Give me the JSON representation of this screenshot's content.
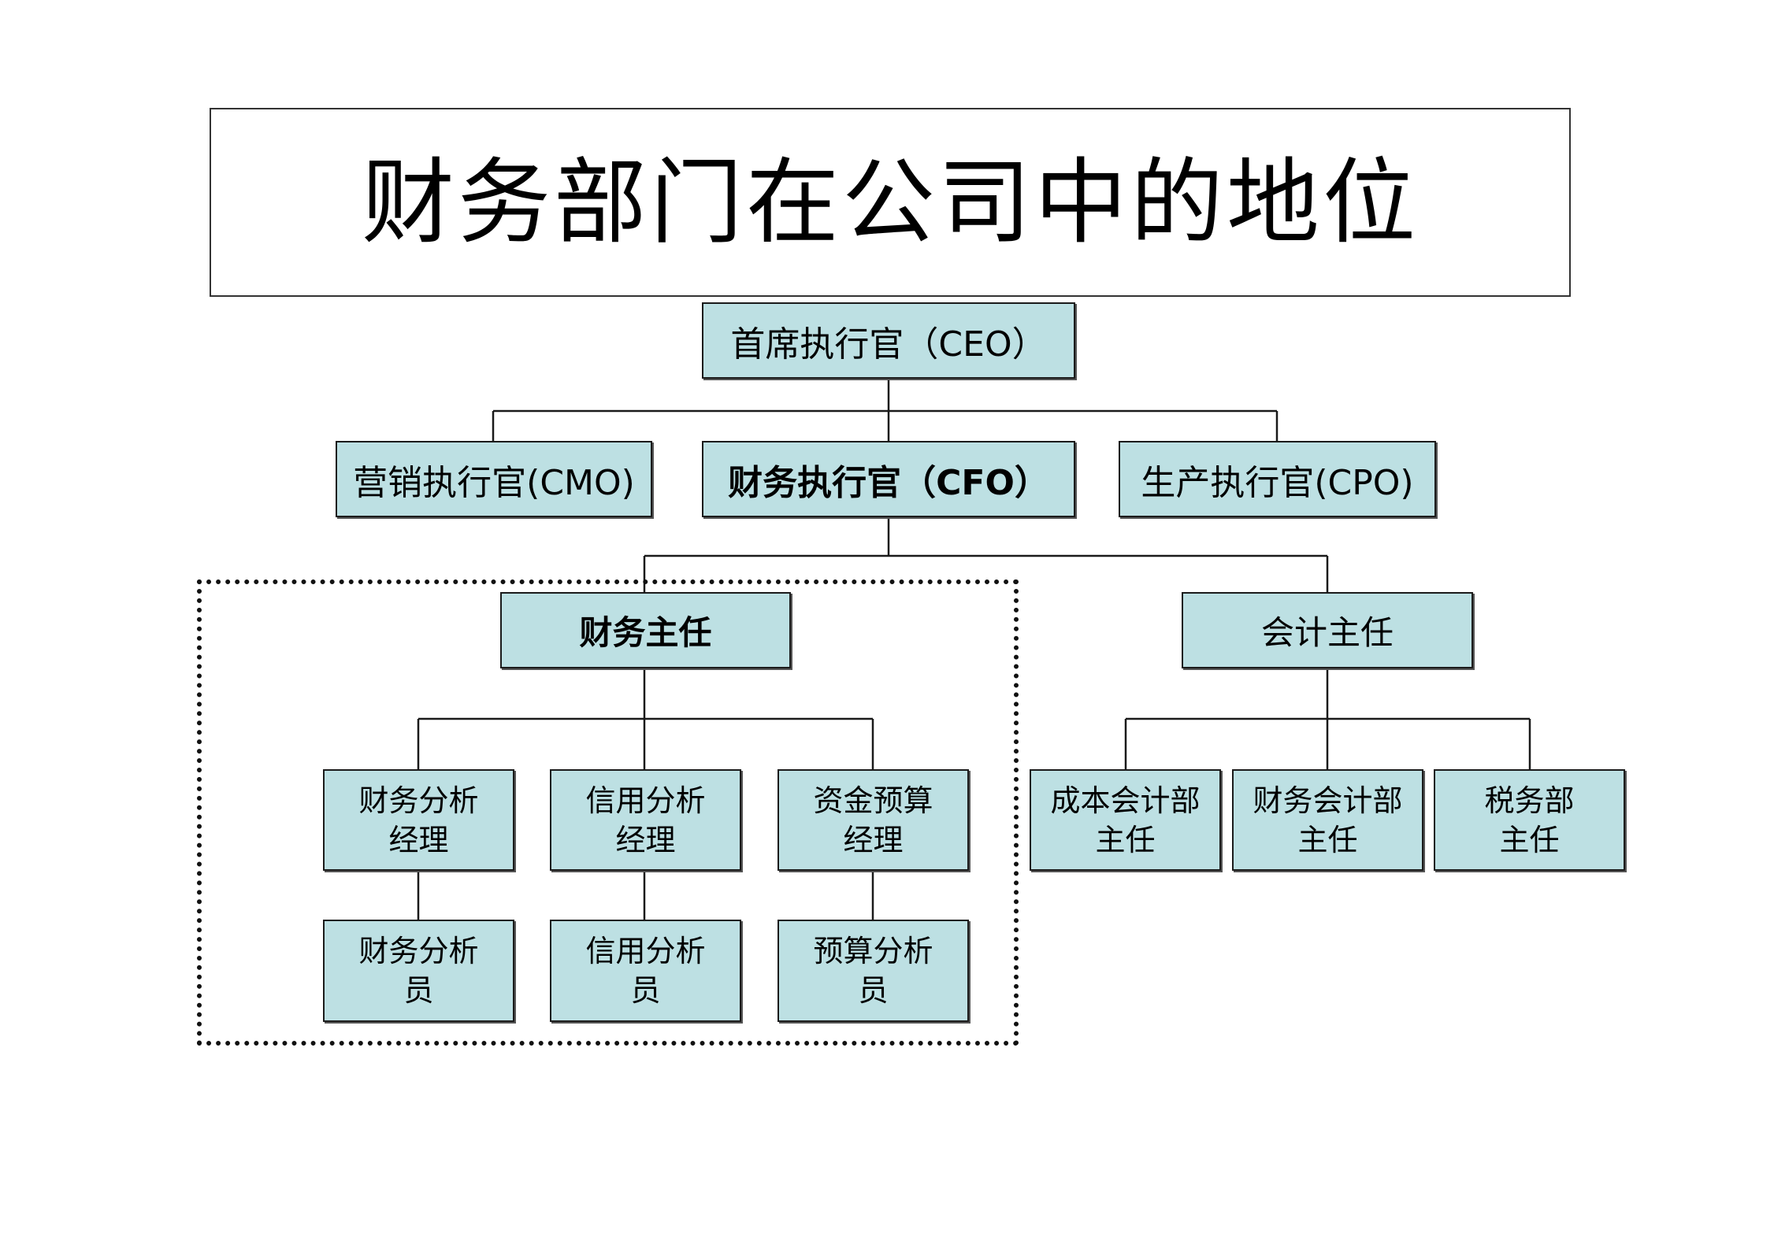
{
  "title": "财务部门在公司中的地位",
  "org_chart": {
    "ceo": "首席执行官（CEO）",
    "cmo": "营销执行官(CMO)",
    "cfo": "财务执行官（CFO）",
    "cpo": "生产执行官(CPO)",
    "treasurer": "财务主任",
    "controller": "会计主任",
    "treasurer_reports": [
      {
        "manager": "财务分析\n经理",
        "analyst": "财务分析\n员"
      },
      {
        "manager": "信用分析\n经理",
        "analyst": "信用分析\n员"
      },
      {
        "manager": "资金预算\n经理",
        "analyst": "预算分析\n员"
      }
    ],
    "controller_reports": [
      "成本会计部\n主任",
      "财务会计部\n主任",
      "税务部\n主任"
    ]
  }
}
